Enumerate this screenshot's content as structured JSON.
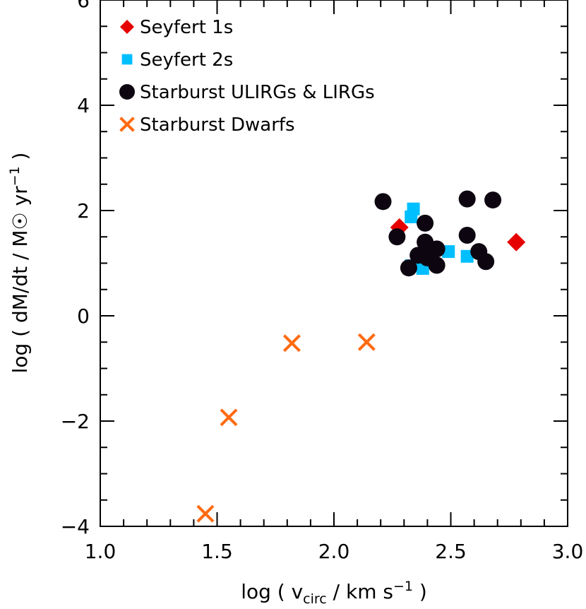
{
  "chart_data": {
    "type": "scatter",
    "xlabel": "log ( v_circ / km s^-1 )",
    "ylabel": "log ( dM/dt / M☉ yr^-1 )",
    "xlim": [
      1.0,
      3.0
    ],
    "ylim": [
      -4.0,
      6.0
    ],
    "x_ticks": [
      1.0,
      1.5,
      2.0,
      2.5,
      3.0
    ],
    "x_tick_labels": [
      "1.0",
      "1.5",
      "2.0",
      "2.5",
      "3.0"
    ],
    "y_ticks": [
      -4,
      -2,
      0,
      2,
      4,
      6
    ],
    "y_tick_labels": [
      "−4",
      "−2",
      "0",
      "2",
      "4",
      "6"
    ],
    "legend_position": "top-left",
    "series": [
      {
        "name": "Seyfert 1s",
        "marker": "diamond",
        "color": "#e60000",
        "points": [
          [
            2.28,
            1.68
          ],
          [
            2.78,
            1.4
          ]
        ]
      },
      {
        "name": "Seyfert 2s",
        "marker": "square",
        "color": "#00bfff",
        "points": [
          [
            2.34,
            2.03
          ],
          [
            2.33,
            1.88
          ],
          [
            2.49,
            1.22
          ],
          [
            2.57,
            1.13
          ],
          [
            2.33,
            0.95
          ],
          [
            2.38,
            0.9
          ]
        ]
      },
      {
        "name": "Starburst ULIRGs & LIRGs",
        "marker": "circle",
        "color": "#0d0610",
        "points": [
          [
            2.21,
            2.17
          ],
          [
            2.27,
            1.5
          ],
          [
            2.39,
            1.76
          ],
          [
            2.39,
            1.4
          ],
          [
            2.44,
            1.27
          ],
          [
            2.38,
            1.17
          ],
          [
            2.4,
            1.1
          ],
          [
            2.36,
            1.15
          ],
          [
            2.32,
            0.91
          ],
          [
            2.44,
            0.96
          ],
          [
            2.57,
            2.22
          ],
          [
            2.68,
            2.2
          ],
          [
            2.57,
            1.53
          ],
          [
            2.62,
            1.22
          ],
          [
            2.65,
            1.03
          ]
        ]
      },
      {
        "name": "Starburst Dwarfs",
        "marker": "x",
        "color": "#ff6a10",
        "points": [
          [
            1.45,
            -3.76
          ],
          [
            1.55,
            -1.93
          ],
          [
            1.82,
            -0.52
          ],
          [
            2.14,
            -0.5
          ]
        ]
      }
    ]
  }
}
